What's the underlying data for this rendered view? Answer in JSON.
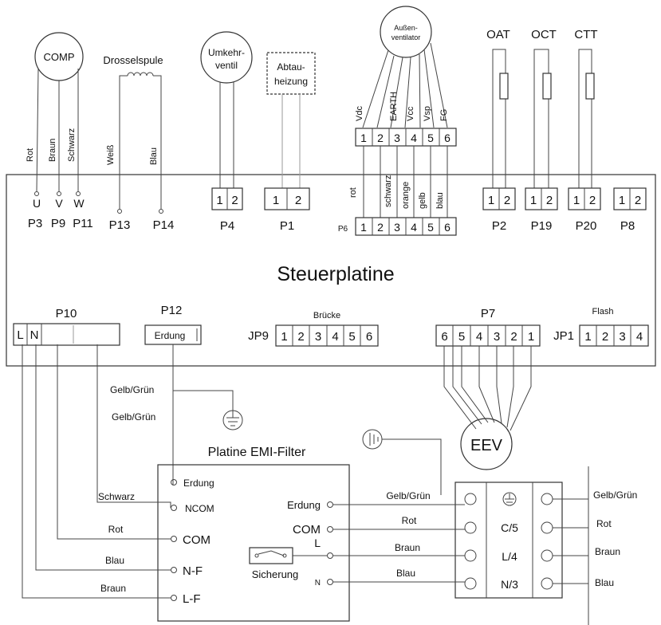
{
  "board": {
    "title": "Steuerplatine"
  },
  "comp": {
    "label": "COMP",
    "wires": [
      "Rot",
      "Braun",
      "Schwarz"
    ],
    "pins": [
      "U",
      "V",
      "W"
    ],
    "ports": [
      "P3",
      "P9",
      "P11"
    ]
  },
  "choke": {
    "label": "Drosselspule",
    "wires": [
      "Weiß",
      "Blau"
    ],
    "ports": [
      "P13",
      "P14"
    ]
  },
  "valve": {
    "label_line1": "Umkehr-",
    "label_line2": "ventil",
    "port": "P4"
  },
  "defrost": {
    "label_line1": "Abtau-",
    "label_line2": "heizung",
    "port": "P1"
  },
  "fan": {
    "label_line1": "Außen-",
    "label_line2": "ventilator",
    "top_labels": [
      "Vdc",
      "EARTH",
      "Vcc",
      "Vsp",
      "FG"
    ],
    "wire_labels": [
      "rot",
      "schwarz",
      "orange",
      "gelb",
      "blau"
    ],
    "port": "P6"
  },
  "sensors": [
    {
      "label": "OAT",
      "port": "P2"
    },
    {
      "label": "OCT",
      "port": "P19"
    },
    {
      "label": "CTT",
      "port": "P20"
    }
  ],
  "p8": {
    "port": "P8"
  },
  "p10": {
    "label": "P10",
    "cells": [
      "L",
      "N"
    ]
  },
  "p12": {
    "label": "P12",
    "cell": "Erdung"
  },
  "jp9": {
    "label": "JP9",
    "title": "Brücke",
    "pins": [
      "1",
      "2",
      "3",
      "4",
      "5",
      "6"
    ]
  },
  "p7": {
    "label": "P7",
    "pins": [
      "6",
      "5",
      "4",
      "3",
      "2",
      "1"
    ]
  },
  "jp1": {
    "label": "JP1",
    "title": "Flash",
    "pins": [
      "1",
      "2",
      "3",
      "4"
    ]
  },
  "pins2": [
    "1",
    "2"
  ],
  "pins6": [
    "1",
    "2",
    "3",
    "4",
    "5",
    "6"
  ],
  "eev": {
    "label": "EEV"
  },
  "earth_wires": {
    "upper": "Gelb/Grün",
    "lower": "Gelb/Grün"
  },
  "emi": {
    "title": "Platine EMI-Filter",
    "left_terms": [
      "Erdung",
      "NCOM",
      "COM",
      "N-F",
      "L-F"
    ],
    "left_wires": [
      "Schwarz",
      "Rot",
      "Blau",
      "Braun"
    ],
    "right_terms": [
      "Erdung",
      "COM",
      "L",
      "N"
    ],
    "fuse": "Sicherung"
  },
  "terminal": {
    "center": [
      "C/5",
      "L/4",
      "N/3"
    ],
    "left_wires": [
      "Gelb/Grün",
      "Rot",
      "Braun",
      "Blau"
    ],
    "right_wires": [
      "Gelb/Grün",
      "Rot",
      "Braun",
      "Blau"
    ]
  }
}
